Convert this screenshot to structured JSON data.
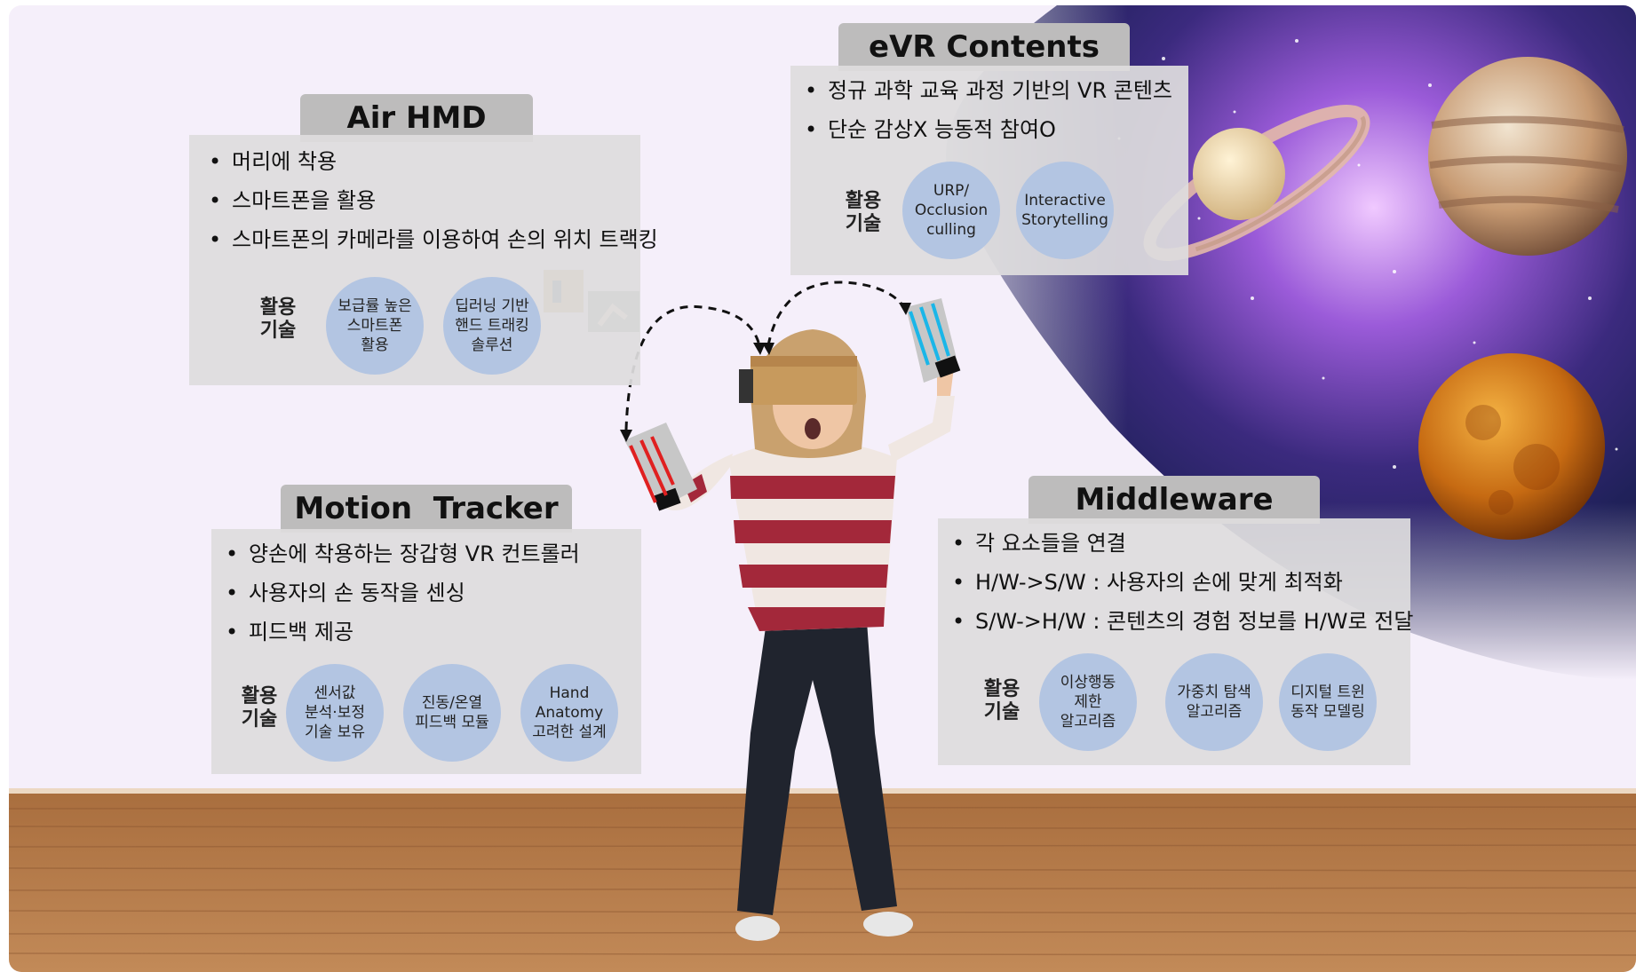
{
  "colors": {
    "panel_bg": "#dedddeee",
    "title_bg": "#bdbcbc",
    "circle_bg": "#b3c5e2",
    "floor": "#b07748",
    "wall": "#f5effa",
    "space": "#3b2a6e"
  },
  "air_hmd": {
    "title": "Air HMD",
    "bullets": [
      "머리에 착용",
      "스마트폰을 활용",
      "스마트폰의 카메라를 이용하여 손의 위치 트랙킹"
    ],
    "tech_label": "활용\n기술",
    "circles": [
      "보급률 높은\n스마트폰\n활용",
      "딥러닝 기반\n핸드 트래킹\n솔루션"
    ]
  },
  "evr": {
    "title": "eVR Contents",
    "bullets": [
      "정규 과학 교육 과정 기반의 VR 콘텐츠",
      "단순 감상X 능동적 참여O"
    ],
    "tech_label": "활용\n기술",
    "circles": [
      "URP/\nOcclusion\nculling",
      "Interactive\nStorytelling"
    ]
  },
  "motion": {
    "title": "Motion  Tracker",
    "bullets": [
      "양손에 착용하는 장갑형 VR 컨트롤러",
      "사용자의 손 동작을 센싱",
      "피드백 제공"
    ],
    "tech_label": "활용\n기술",
    "circles": [
      "센서값\n분석·보정\n기술 보유",
      "진동/온열\n피드백 모듈",
      "Hand\nAnatomy\n고려한 설계"
    ]
  },
  "middleware": {
    "title": "Middleware",
    "bullets": [
      "각 요소들을 연결",
      "H/W->S/W : 사용자의 손에 맞게 최적화",
      "S/W->H/W : 콘텐츠의 경험 정보를 H/W로 전달"
    ],
    "tech_label": "활용\n기술",
    "circles": [
      "이상행동\n제한\n알고리즘",
      "가중치 탐색\n알고리즘",
      "디지털 트윈\n동작 모델링"
    ]
  },
  "icons": {
    "person": "vr-user-figure",
    "headset": "cardboard-headset-icon",
    "glove_left": "red-glove-icon",
    "glove_right": "blue-glove-icon",
    "planets": [
      "saturn-icon",
      "jupiter-icon",
      "venus-icon"
    ]
  }
}
